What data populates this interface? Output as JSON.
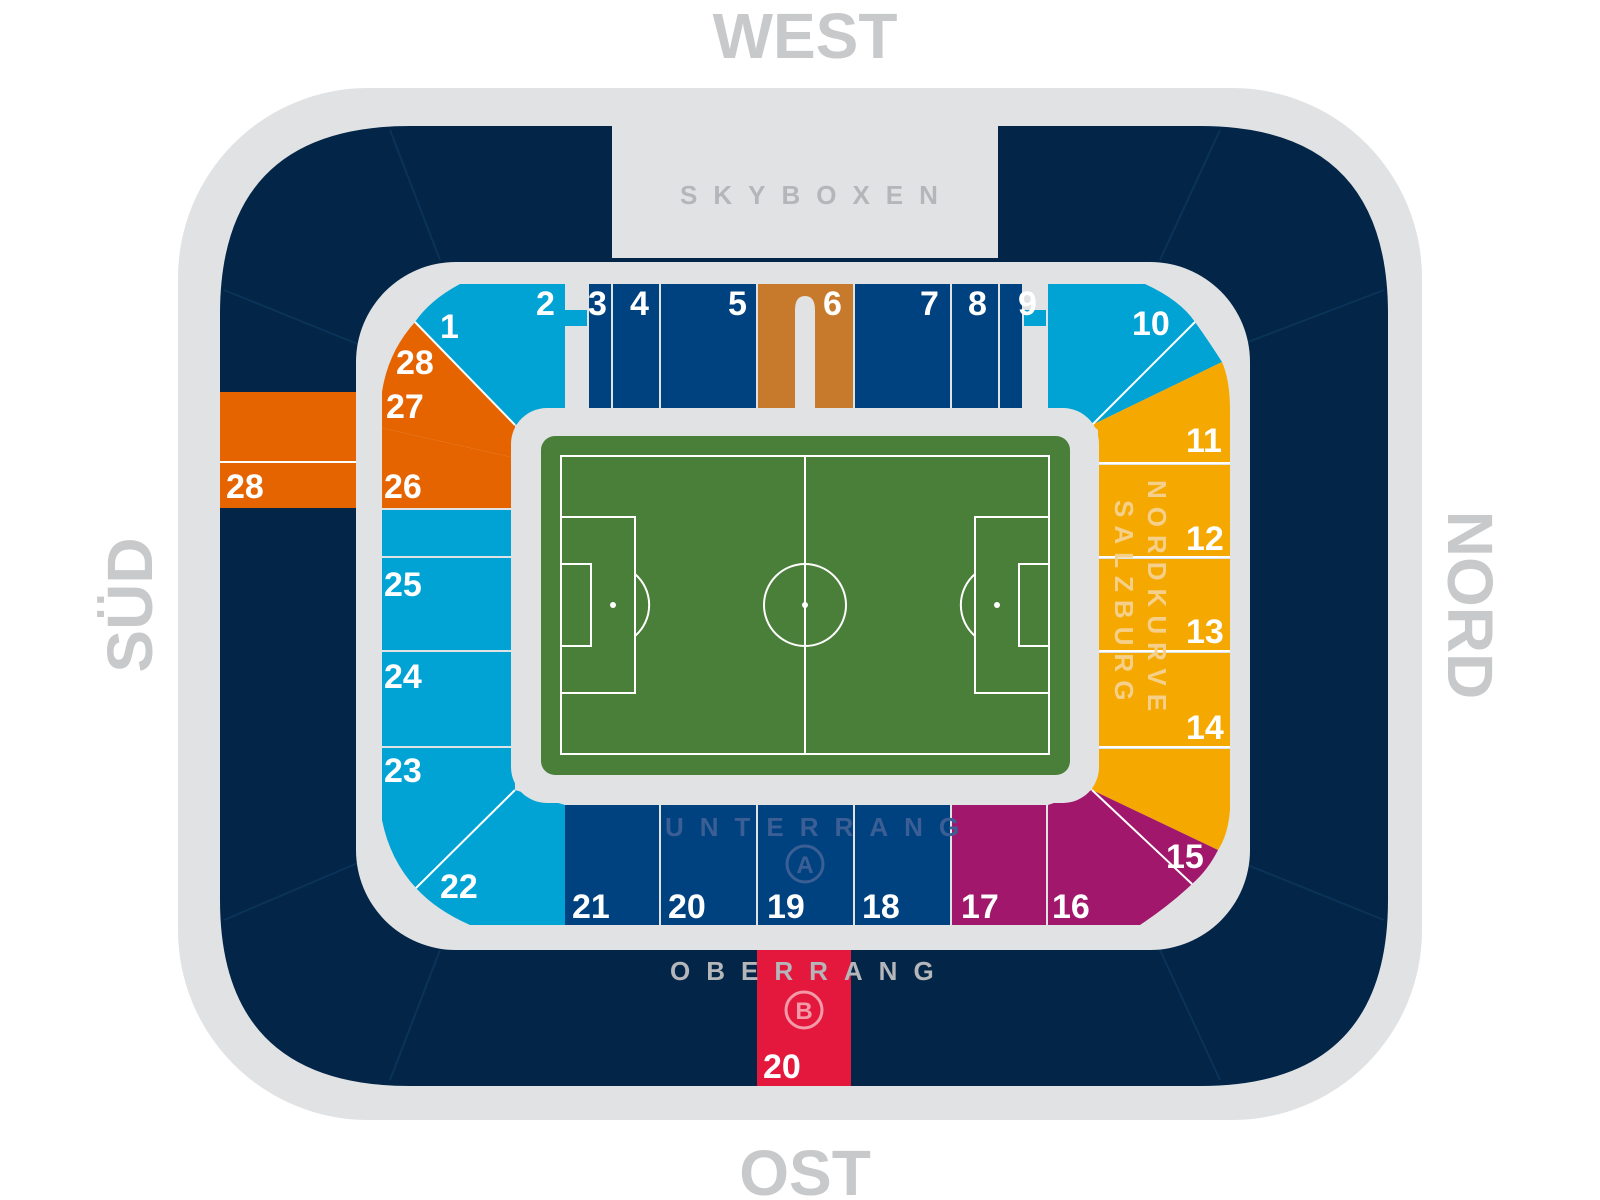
{
  "title": "",
  "directions": {
    "west": "WEST",
    "ost": "OST",
    "sued": "SÜD",
    "nord": "NORD"
  },
  "tiers": {
    "skyboxen": "SKYBOXEN",
    "unterrang": "UNTERRANG",
    "unterrang_badge": "A",
    "oberrang": "OBERRANG",
    "oberrang_badge": "B"
  },
  "nordkurve": {
    "line1": "NORDKURVE",
    "line2": "SALZBURG"
  },
  "colors": {
    "outer_ring": "#e1e2e3",
    "upper_tier": "#022548",
    "lower_dark_blue": "#00427f",
    "light_blue": "#00a3d4",
    "orange": "#e66400",
    "yellow": "#f5a900",
    "magenta": "#a0176b",
    "brown": "#c87a2c",
    "red": "#e4173c",
    "pitch": "#4a7f39",
    "pitch_border": "#4c8a2e"
  },
  "sectors": {
    "s1": "1",
    "s2": "2",
    "s3": "3",
    "s4": "4",
    "s5": "5",
    "s6": "6",
    "s7": "7",
    "s8": "8",
    "s9": "9",
    "s10": "10",
    "s11": "11",
    "s12": "12",
    "s13": "13",
    "s14": "14",
    "s15": "15",
    "s16": "16",
    "s17": "17",
    "s18": "18",
    "s19": "19",
    "s20": "20",
    "s21": "21",
    "s22": "22",
    "s23": "23",
    "s24": "24",
    "s25": "25",
    "s26": "26",
    "s27": "27",
    "s28": "28",
    "o28": "28",
    "o20": "20"
  }
}
